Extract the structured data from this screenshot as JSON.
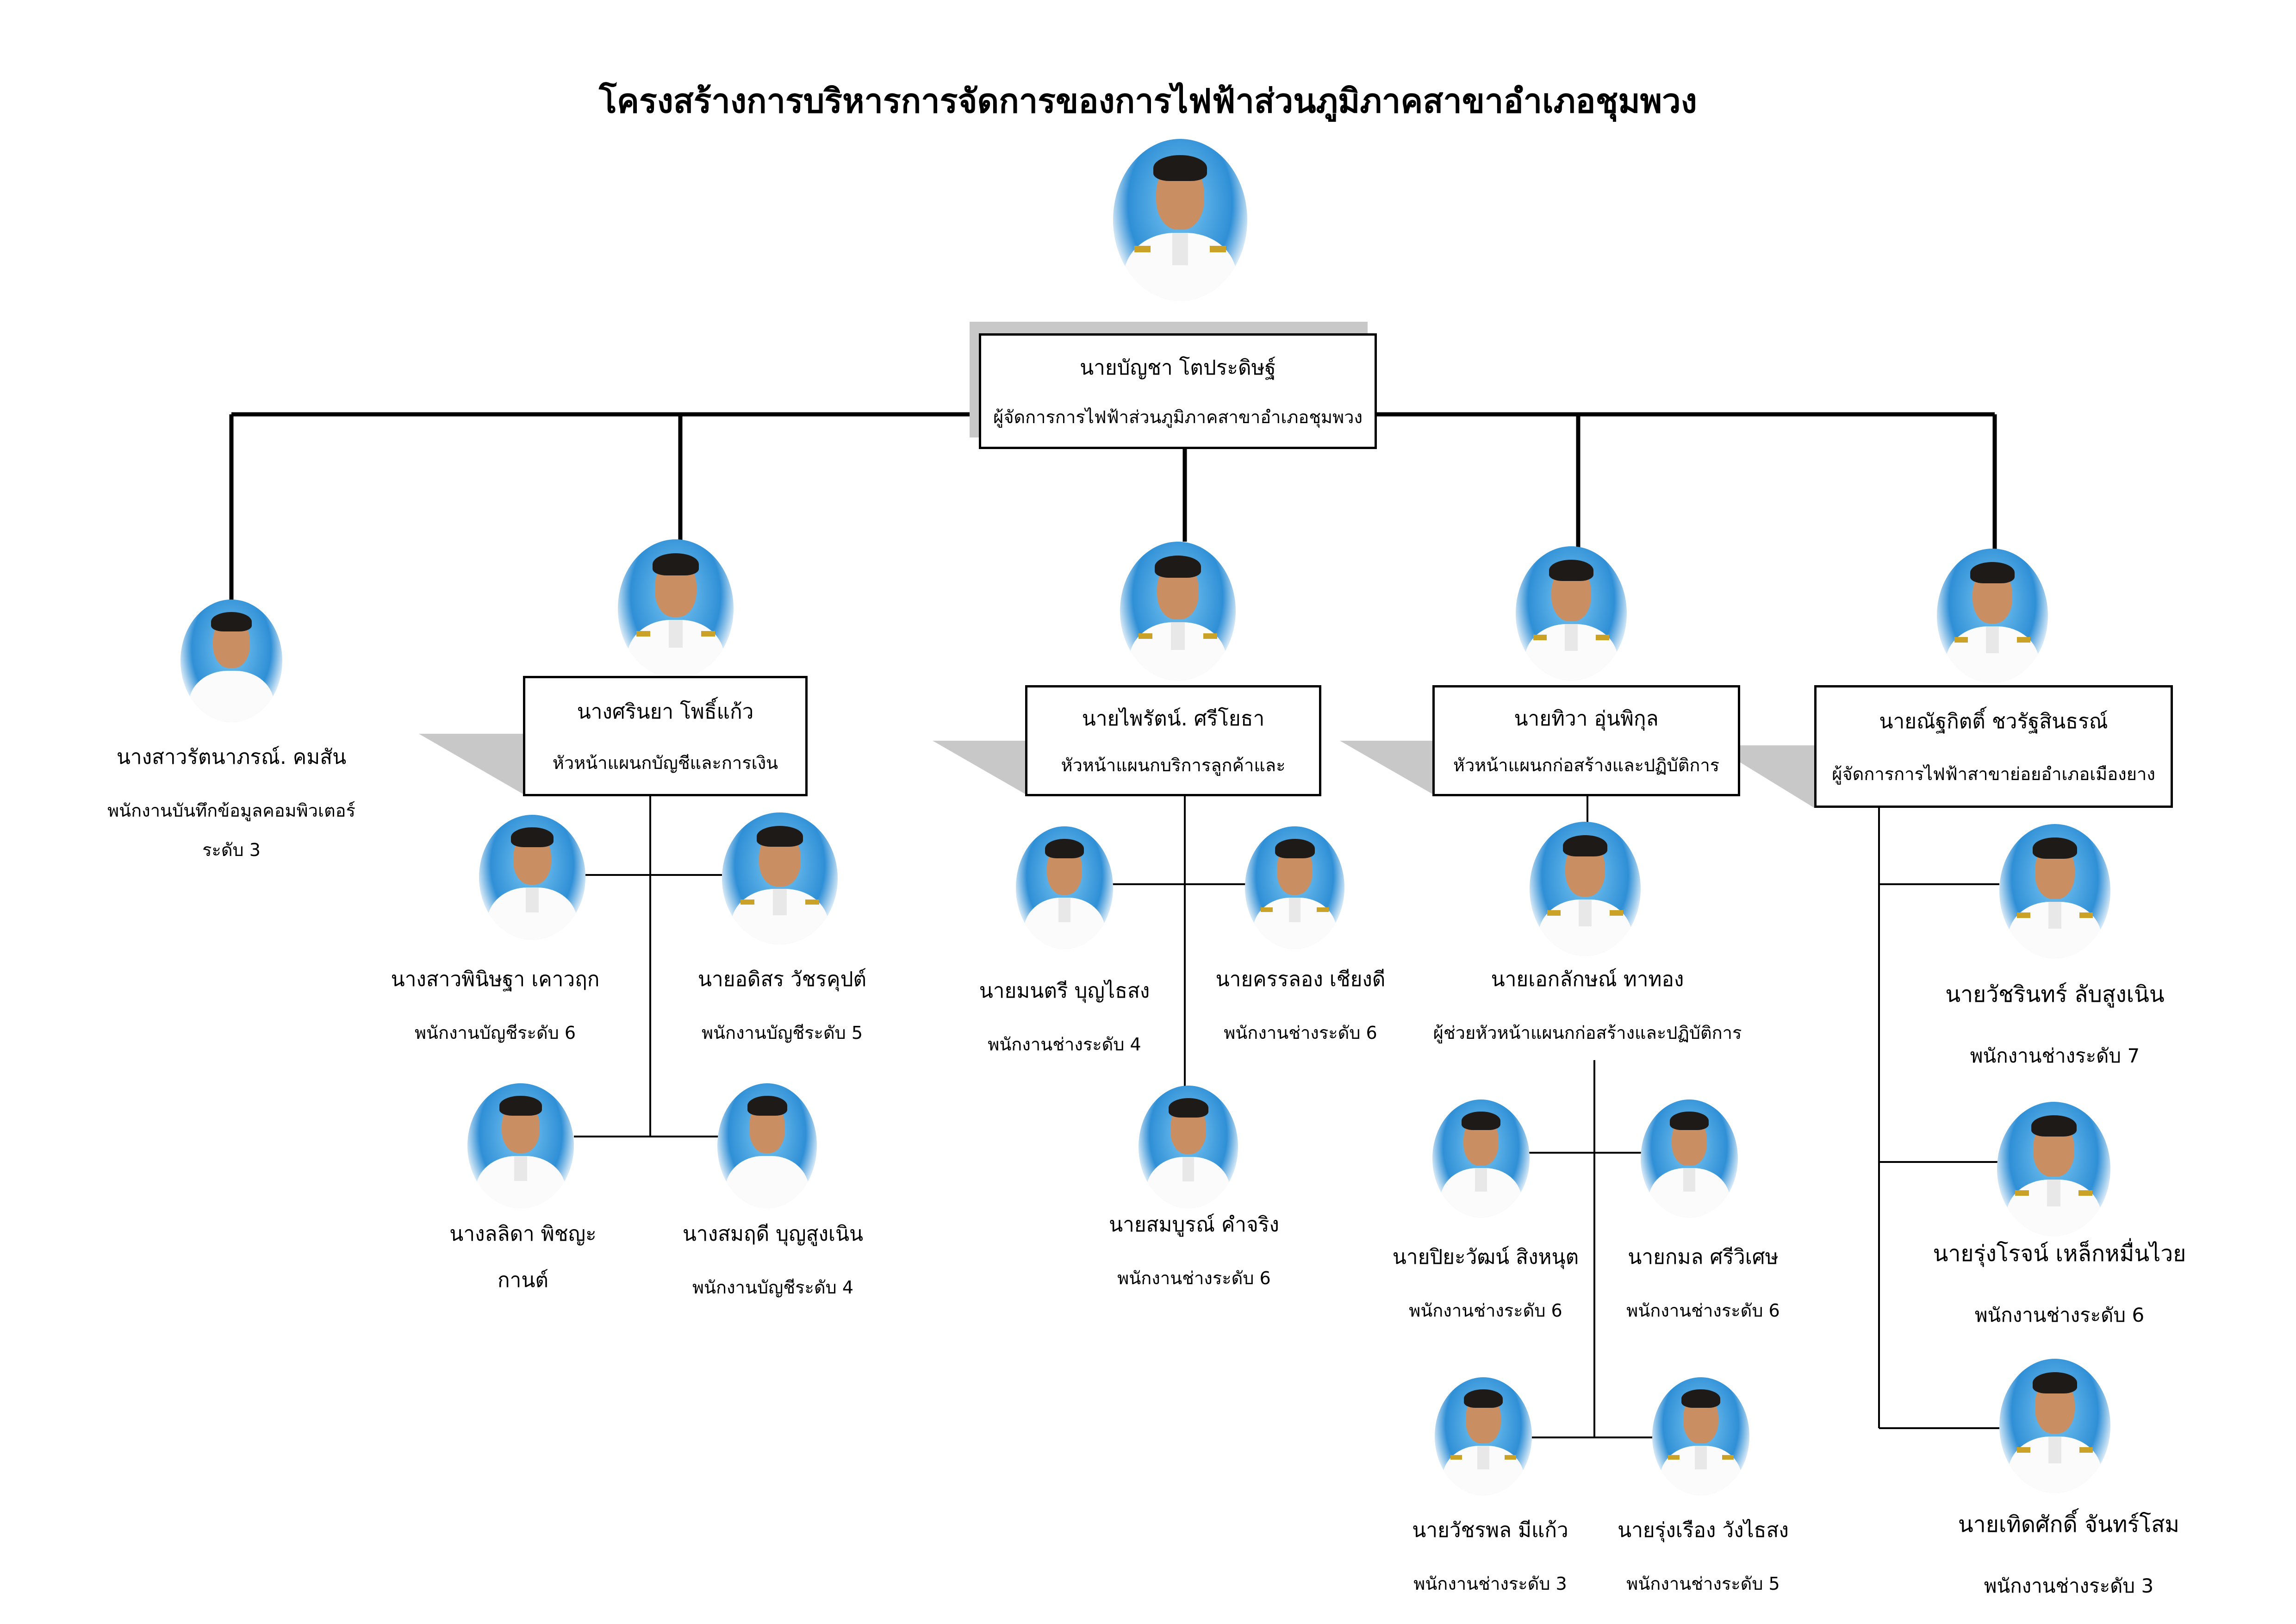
{
  "title": "โครงสร้างการบริหารการจัดการของการไฟฟ้าส่วนภูมิภาคสาขาอำเภอชุมพวง",
  "manager": {
    "name": "นายบัญชา    โตประดิษฐ์",
    "position": "ผู้จัดการการไฟฟ้าส่วนภูมิภาคสาขาอำเภอชุมพวง"
  },
  "staff_direct": {
    "name": "นางสาวรัตนาภรณ์. คมสัน",
    "position_line1": "พนักงานบันทึกข้อมูลคอมพิวเตอร์",
    "position_line2": "ระดับ 3"
  },
  "departments": [
    {
      "head": {
        "name": "นางศรินยา   โพธิ์แก้ว",
        "position": "หัวหน้าแผนกบัญชีและการเงิน"
      },
      "members": [
        {
          "name": "นางสาวพินิษฐา    เคาวฤก",
          "position": "พนักงานบัญชีระดับ 6"
        },
        {
          "name": "นายอดิสร   วัชรคุปต์",
          "position": "พนักงานบัญชีระดับ 5"
        },
        {
          "name_line1": "นางลลิดา    พิชญะ",
          "name_line2": "กานต์"
        },
        {
          "name": "นางสมฤดี    บุญสูงเนิน",
          "position": "พนักงานบัญชีระดับ 4"
        }
      ]
    },
    {
      "head": {
        "name": "นายไพรัตน์.  ศรีโยธา",
        "position": "หัวหน้าแผนกบริการลูกค้าและ"
      },
      "members": [
        {
          "name": "นายมนตรี    บุญไธสง",
          "position": "พนักงานช่างระดับ 4"
        },
        {
          "name": "นายครรลอง   เชียงดี",
          "position": "พนักงานช่างระดับ 6"
        },
        {
          "name": "นายสมบูรณ์    คำจริง",
          "position": "พนักงานช่างระดับ 6"
        }
      ]
    },
    {
      "head": {
        "name": "นายทิวา    อุ่นพิกุล",
        "position": "หัวหน้าแผนกก่อสร้างและปฏิบัติการ"
      },
      "assistant": {
        "name": "นายเอกลักษณ์   ทาทอง",
        "position": "ผู้ช่วยหัวหน้าแผนกก่อสร้างและปฏิบัติการ"
      },
      "members": [
        {
          "name": "นายปิยะวัฒน์  สิงหนุต",
          "position": "พนักงานช่างระดับ 6"
        },
        {
          "name": "นายกมล    ศรีวิเศษ",
          "position": "พนักงานช่างระดับ 6"
        },
        {
          "name": "นายวัชรพล   มีแก้ว",
          "position": "พนักงานช่างระดับ 3"
        },
        {
          "name": "นายรุ่งเรือง  วังไธสง",
          "position": "พนักงานช่างระดับ 5"
        }
      ]
    },
    {
      "head": {
        "name": "นายณัฐกิตติ์    ชวรัฐสินธรณ์",
        "position": "ผู้จัดการการไฟฟ้าสาขาย่อยอำเภอเมืองยาง"
      },
      "members": [
        {
          "name": "นายวัชรินทร์   ลับสูงเนิน",
          "position": "พนักงานช่างระดับ 7"
        },
        {
          "name": "นายรุ่งโรจน์   เหล็กหมื่นไวย",
          "position": "พนักงานช่างระดับ 6"
        },
        {
          "name": "นายเทิดศักดิ์    จันทร์โสม",
          "position": "พนักงานช่างระดับ 3"
        }
      ]
    }
  ],
  "colors": {
    "photo_background": "#2f8fd6",
    "shadow": "#c8c8c8",
    "line": "#000000"
  }
}
